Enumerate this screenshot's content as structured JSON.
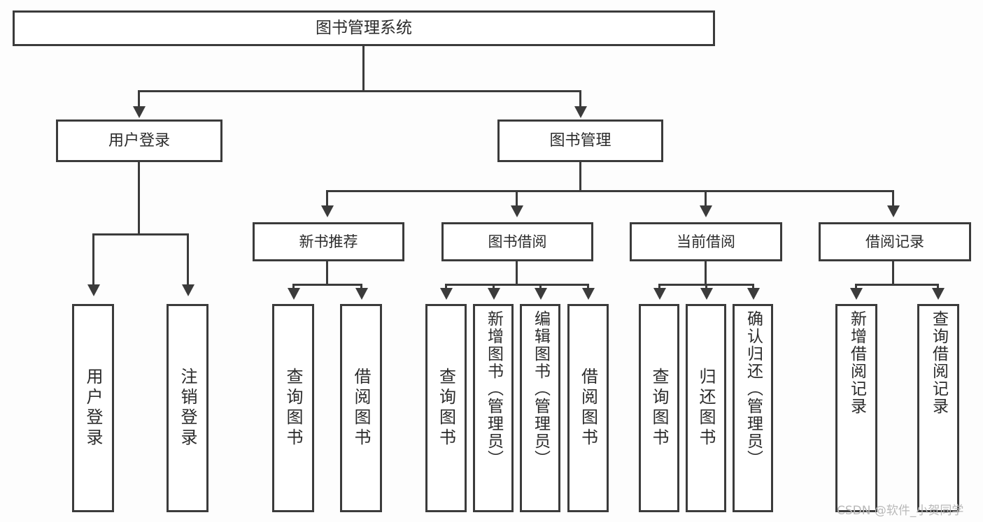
{
  "diagram": {
    "title": "图书管理系统",
    "type": "hierarchy-tree",
    "root": {
      "label": "图书管理系统"
    },
    "level1": [
      {
        "label": "用户登录"
      },
      {
        "label": "图书管理"
      }
    ],
    "level2": [
      {
        "label": "新书推荐",
        "parent": "图书管理"
      },
      {
        "label": "图书借阅",
        "parent": "图书管理"
      },
      {
        "label": "当前借阅",
        "parent": "图书管理"
      },
      {
        "label": "借阅记录",
        "parent": "图书管理"
      }
    ],
    "leaves": {
      "user_login": [
        {
          "label": "用户登录"
        },
        {
          "label": "注销登录"
        }
      ],
      "new_book": [
        {
          "label": "查询图书"
        },
        {
          "label": "借阅图书"
        }
      ],
      "book_borrow": [
        {
          "label": "查询图书"
        },
        {
          "label": "新增图书（管理员）"
        },
        {
          "label": "编辑图书（管理员）"
        },
        {
          "label": "借阅图书"
        }
      ],
      "current_borrow": [
        {
          "label": "查询图书"
        },
        {
          "label": "归还图书"
        },
        {
          "label": "确认归还（管理员）"
        }
      ],
      "borrow_record": [
        {
          "label": "新增借阅记录"
        },
        {
          "label": "查询借阅记录"
        }
      ]
    }
  },
  "watermark": {
    "text": "CSDN @软件_小贺同学"
  },
  "colors": {
    "line": "#3b3b3b",
    "box_fill": "#ffffff",
    "text": "#2b2b2b",
    "background": "#fdfdfd",
    "watermark": "#b9b9b9"
  }
}
